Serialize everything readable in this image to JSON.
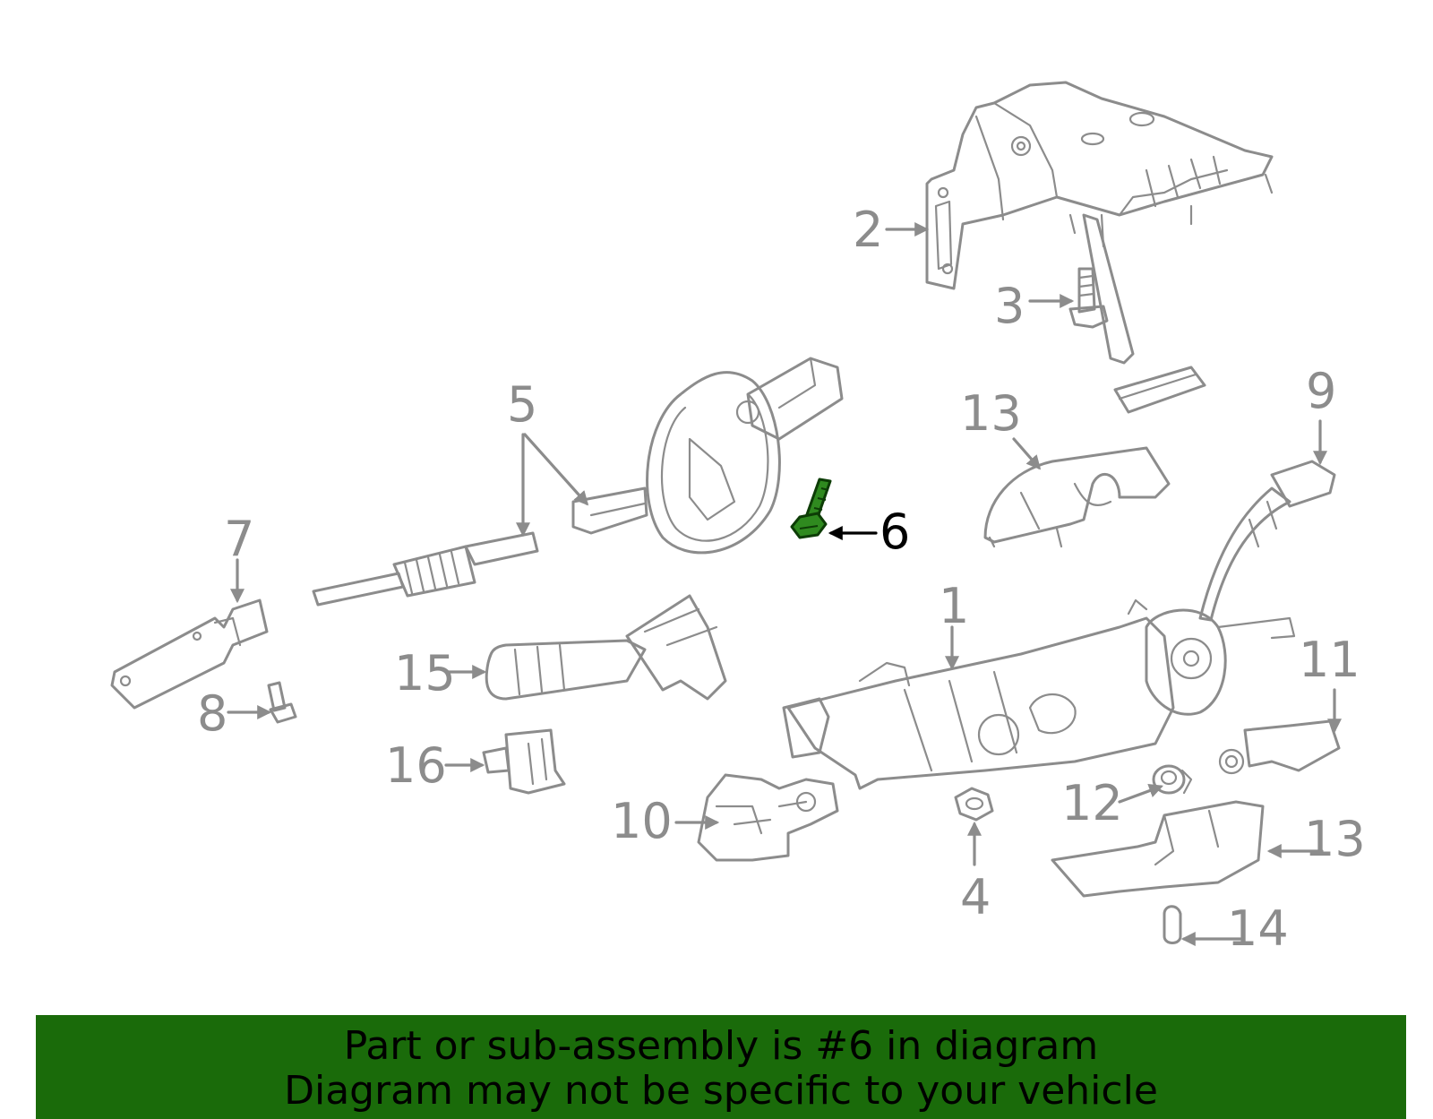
{
  "diagram": {
    "callouts": {
      "c1": "1",
      "c2": "2",
      "c3": "3",
      "c4": "4",
      "c5": "5",
      "c6": "6",
      "c7": "7",
      "c8": "8",
      "c9": "9",
      "c10": "10",
      "c11": "11",
      "c12": "12",
      "c13a": "13",
      "c13b": "13",
      "c14": "14",
      "c15": "15",
      "c16": "16"
    },
    "highlighted_part": "6",
    "colors": {
      "line_art": "#8c8c8c",
      "highlight": "#2f8a1f",
      "banner": "#1a6b0a"
    }
  },
  "banner": {
    "line1": "Part or sub-assembly is #6 in diagram",
    "line2": "Diagram may not be specific to your vehicle"
  }
}
